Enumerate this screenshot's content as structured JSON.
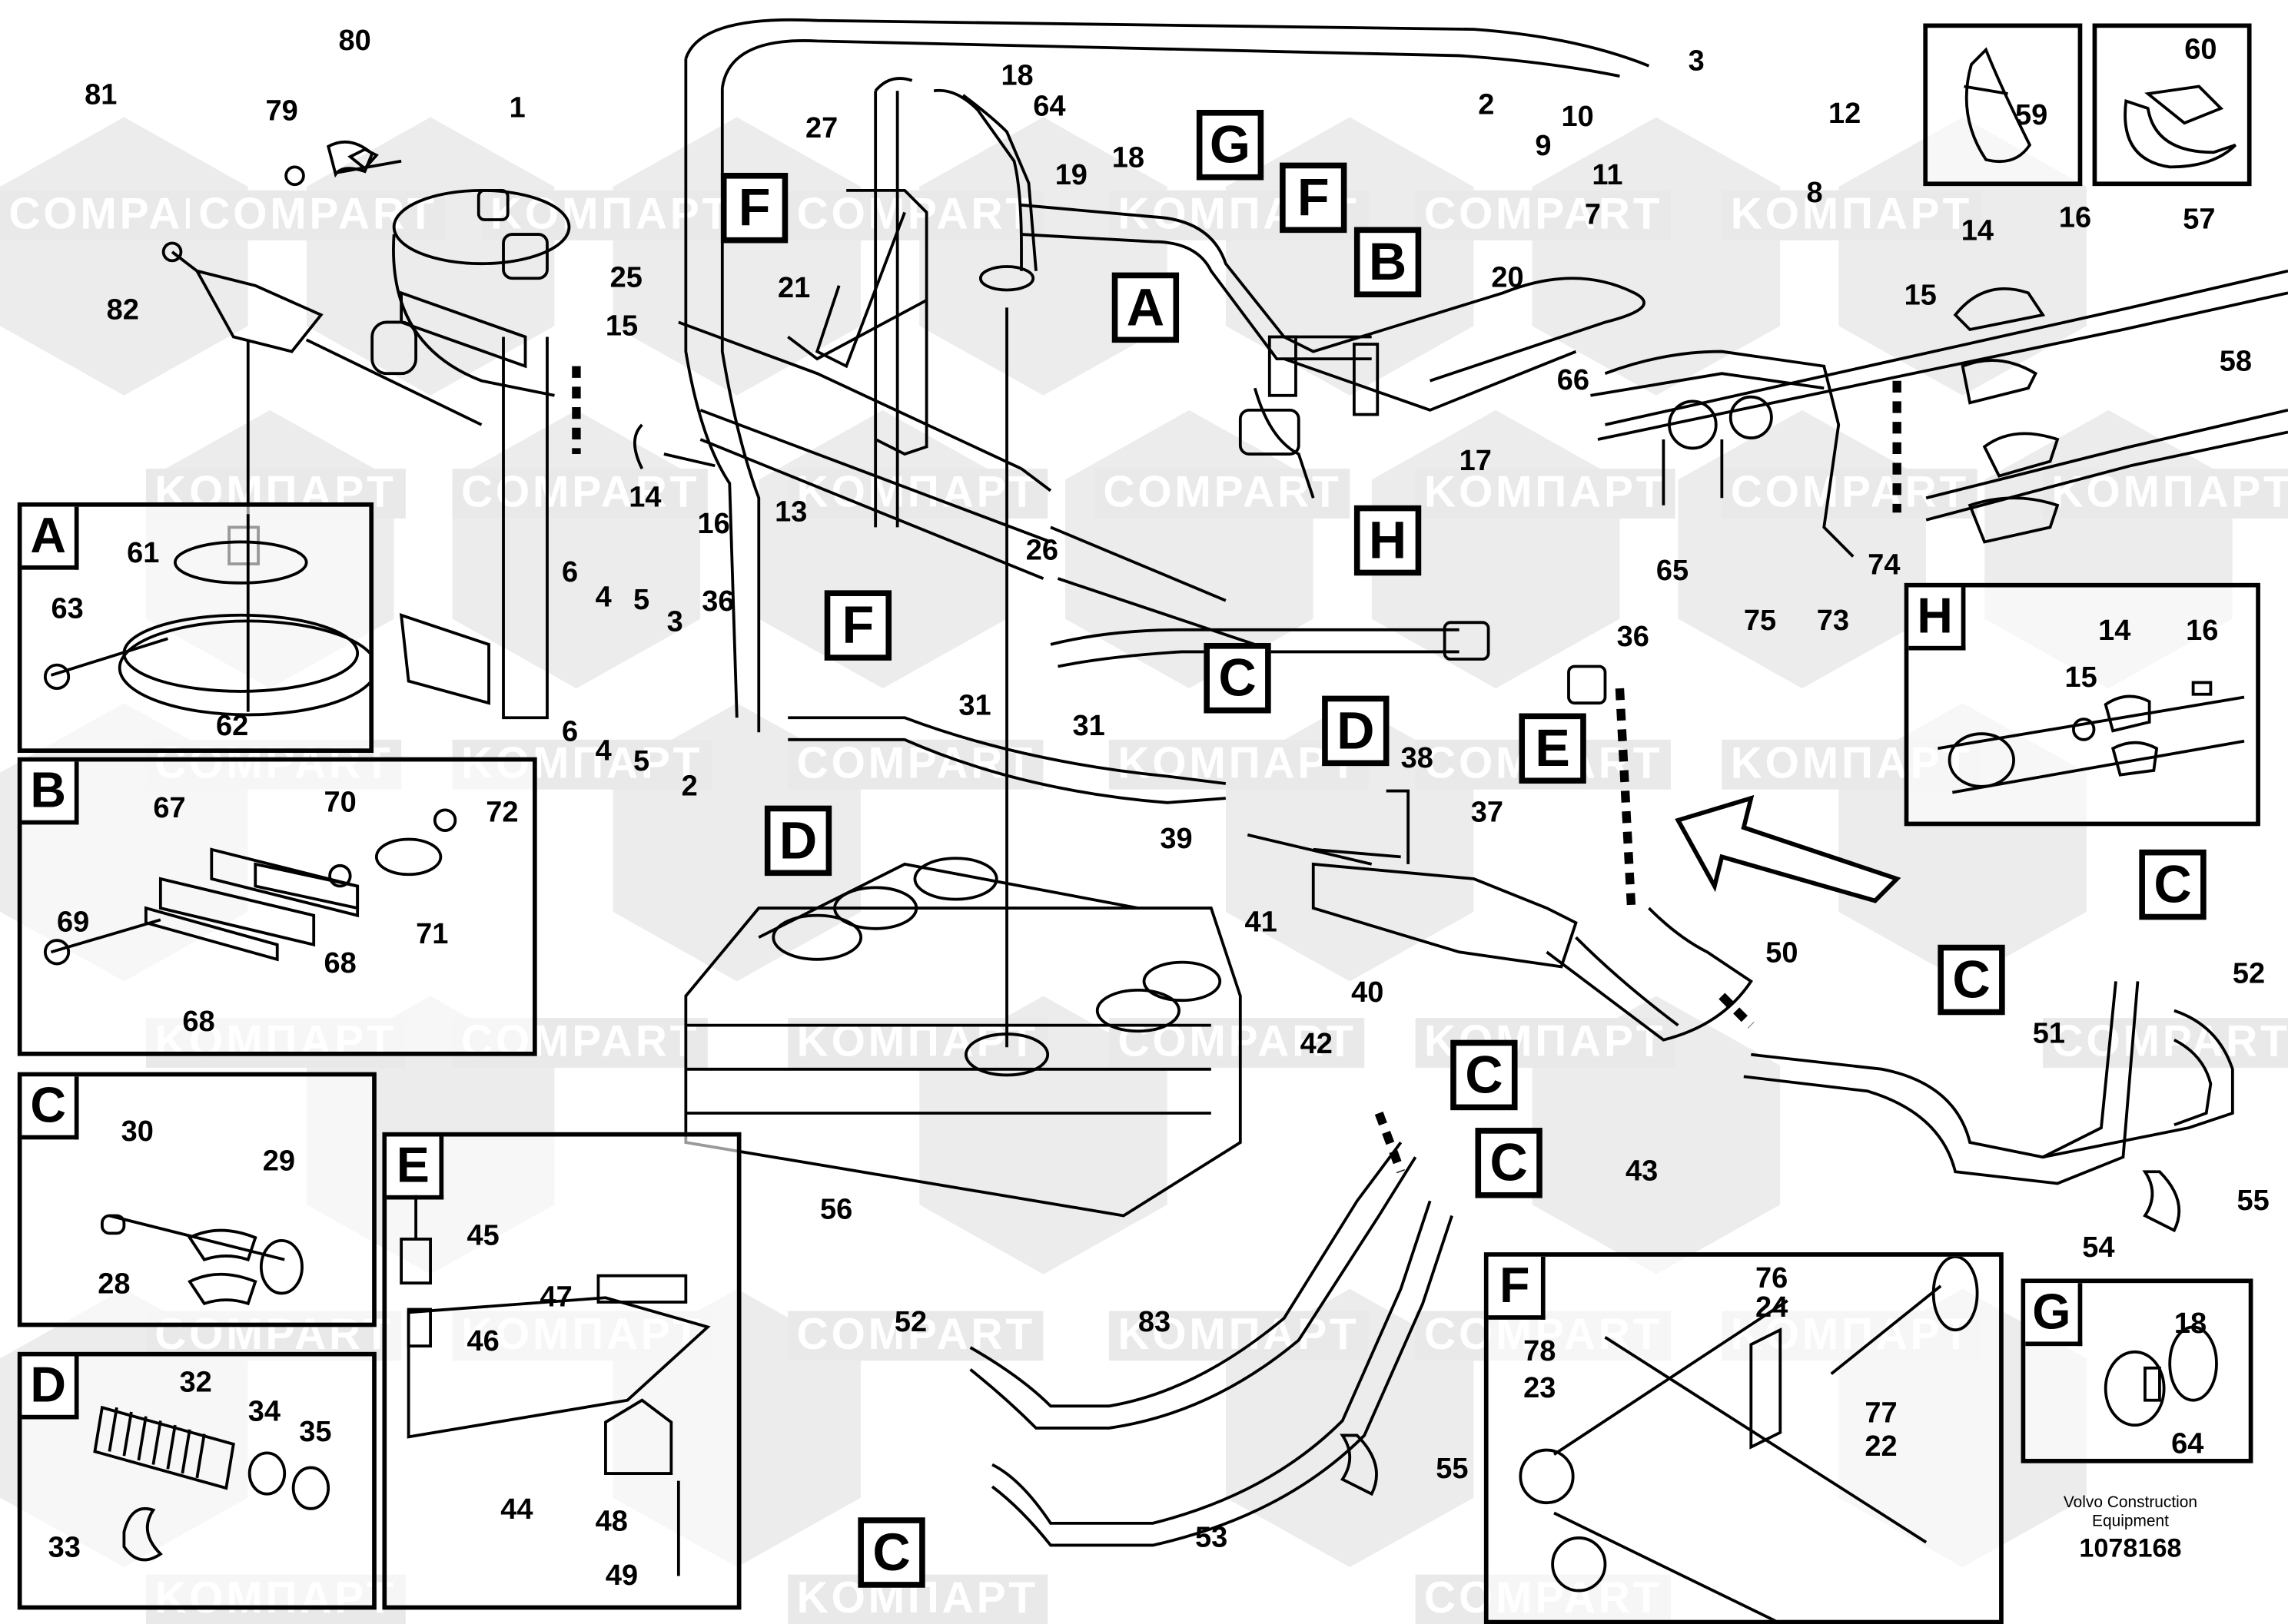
{
  "diagram": {
    "title": "Exhaust / hydraulic pipe assembly exploded parts diagram",
    "watermarks": [
      "COMPART",
      "KOMПAPT"
    ],
    "credit": {
      "line1": "Volvo Construction",
      "line2": "Equipment",
      "number": "1078168"
    },
    "callouts_main": [
      {
        "id": "81",
        "text": "81"
      },
      {
        "id": "79",
        "text": "79"
      },
      {
        "id": "80",
        "text": "80"
      },
      {
        "id": "1",
        "text": "1"
      },
      {
        "id": "82",
        "text": "82"
      },
      {
        "id": "27",
        "text": "27"
      },
      {
        "id": "18a",
        "text": "18"
      },
      {
        "id": "64",
        "text": "64"
      },
      {
        "id": "19",
        "text": "19"
      },
      {
        "id": "18b",
        "text": "18"
      },
      {
        "id": "21",
        "text": "21"
      },
      {
        "id": "25",
        "text": "25"
      },
      {
        "id": "15a",
        "text": "15"
      },
      {
        "id": "14a",
        "text": "14"
      },
      {
        "id": "16a",
        "text": "16"
      },
      {
        "id": "13",
        "text": "13"
      },
      {
        "id": "26",
        "text": "26"
      },
      {
        "id": "6a",
        "text": "6"
      },
      {
        "id": "4a",
        "text": "4"
      },
      {
        "id": "5a",
        "text": "5"
      },
      {
        "id": "3a",
        "text": "3"
      },
      {
        "id": "36a",
        "text": "36"
      },
      {
        "id": "6b",
        "text": "6"
      },
      {
        "id": "4b",
        "text": "4"
      },
      {
        "id": "5b",
        "text": "5"
      },
      {
        "id": "2a",
        "text": "2"
      },
      {
        "id": "31a",
        "text": "31"
      },
      {
        "id": "31b",
        "text": "31"
      },
      {
        "id": "2b",
        "text": "2"
      },
      {
        "id": "3b",
        "text": "3"
      },
      {
        "id": "10",
        "text": "10"
      },
      {
        "id": "12",
        "text": "12"
      },
      {
        "id": "9",
        "text": "9"
      },
      {
        "id": "11",
        "text": "11"
      },
      {
        "id": "8",
        "text": "8"
      },
      {
        "id": "7",
        "text": "7"
      },
      {
        "id": "20",
        "text": "20"
      },
      {
        "id": "17",
        "text": "17"
      },
      {
        "id": "66",
        "text": "66"
      },
      {
        "id": "65",
        "text": "65"
      },
      {
        "id": "75",
        "text": "75"
      },
      {
        "id": "73",
        "text": "73"
      },
      {
        "id": "74",
        "text": "74"
      },
      {
        "id": "14b",
        "text": "14"
      },
      {
        "id": "16b",
        "text": "16"
      },
      {
        "id": "15b",
        "text": "15"
      },
      {
        "id": "57",
        "text": "57"
      },
      {
        "id": "58",
        "text": "58"
      },
      {
        "id": "36b",
        "text": "36"
      },
      {
        "id": "38",
        "text": "38"
      },
      {
        "id": "37",
        "text": "37"
      },
      {
        "id": "39",
        "text": "39"
      },
      {
        "id": "41",
        "text": "41"
      },
      {
        "id": "40",
        "text": "40"
      },
      {
        "id": "42",
        "text": "42"
      },
      {
        "id": "50",
        "text": "50"
      },
      {
        "id": "43",
        "text": "43"
      },
      {
        "id": "52a",
        "text": "52"
      },
      {
        "id": "51",
        "text": "51"
      },
      {
        "id": "55a",
        "text": "55"
      },
      {
        "id": "54",
        "text": "54"
      },
      {
        "id": "56",
        "text": "56"
      },
      {
        "id": "52b",
        "text": "52"
      },
      {
        "id": "83",
        "text": "83"
      },
      {
        "id": "53",
        "text": "53"
      },
      {
        "id": "55b",
        "text": "55"
      }
    ],
    "pointer_tags": [
      {
        "id": "G",
        "text": "G"
      },
      {
        "id": "F1",
        "text": "F"
      },
      {
        "id": "F2",
        "text": "F"
      },
      {
        "id": "F3",
        "text": "F"
      },
      {
        "id": "A",
        "text": "A"
      },
      {
        "id": "B",
        "text": "B"
      },
      {
        "id": "H",
        "text": "H"
      },
      {
        "id": "C1",
        "text": "C"
      },
      {
        "id": "D1",
        "text": "D"
      },
      {
        "id": "D2",
        "text": "D"
      },
      {
        "id": "E",
        "text": "E"
      },
      {
        "id": "C2",
        "text": "C"
      },
      {
        "id": "C3",
        "text": "C"
      },
      {
        "id": "C4",
        "text": "C"
      },
      {
        "id": "C5",
        "text": "C"
      },
      {
        "id": "C6",
        "text": "C"
      }
    ],
    "insets": [
      {
        "letter": "A",
        "labels": [
          "61",
          "63",
          "62"
        ]
      },
      {
        "letter": "B",
        "labels": [
          "67",
          "70",
          "72",
          "69",
          "68",
          "71",
          "68"
        ]
      },
      {
        "letter": "C",
        "labels": [
          "30",
          "29",
          "28"
        ]
      },
      {
        "letter": "D",
        "labels": [
          "32",
          "34",
          "35",
          "33"
        ]
      },
      {
        "letter": "E",
        "labels": [
          "45",
          "47",
          "46",
          "44",
          "48",
          "49"
        ]
      },
      {
        "letter": "F",
        "labels": [
          "76",
          "24",
          "78",
          "23",
          "77",
          "22"
        ]
      },
      {
        "letter": "G",
        "labels": [
          "18",
          "64"
        ]
      },
      {
        "letter": "H",
        "labels": [
          "14",
          "16",
          "15"
        ]
      },
      {
        "letter": "",
        "labels": [
          "59"
        ]
      },
      {
        "letter": "",
        "labels": [
          "60"
        ]
      }
    ]
  }
}
